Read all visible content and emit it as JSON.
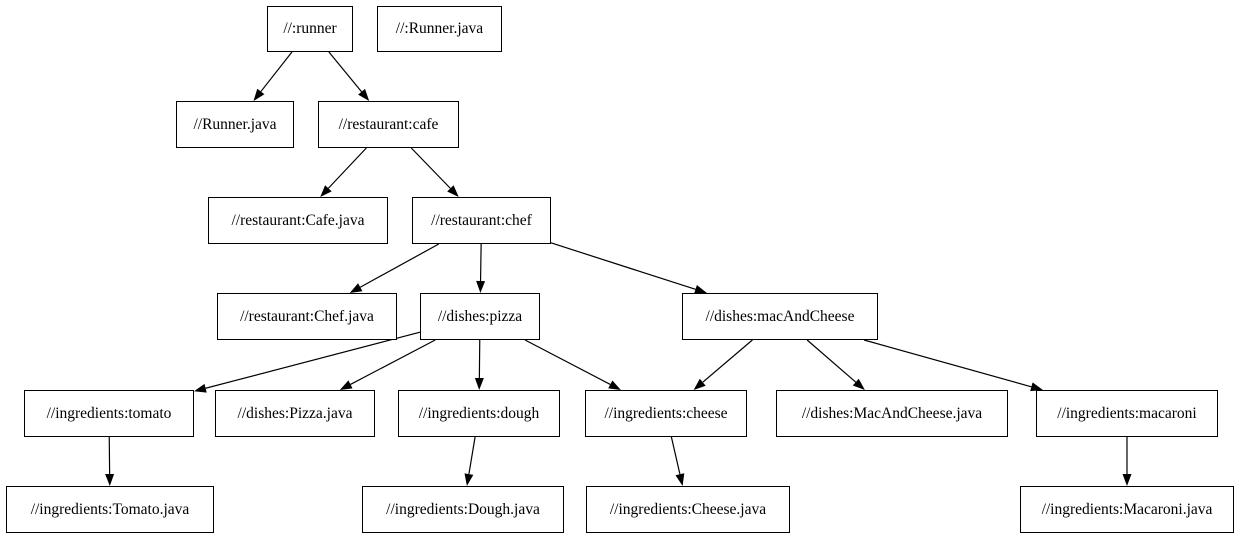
{
  "page": {
    "background_color": "#ffffff",
    "description": "Bazel build dependency graph rendered as a box-and-arrow diagram"
  },
  "graph": {
    "type": "directed-dependency-graph",
    "stroke_color": "#000000",
    "node_fill_color": "#ffffff",
    "text_color": "#000000",
    "nodes": [
      {
        "id": "runner",
        "label": "//:runner"
      },
      {
        "id": "runner-java-top",
        "label": "//:Runner.java"
      },
      {
        "id": "runner-java",
        "label": "//Runner.java"
      },
      {
        "id": "cafe",
        "label": "//restaurant:cafe"
      },
      {
        "id": "cafe-java",
        "label": "//restaurant:Cafe.java"
      },
      {
        "id": "chef",
        "label": "//restaurant:chef"
      },
      {
        "id": "chef-java",
        "label": "//restaurant:Chef.java"
      },
      {
        "id": "pizza",
        "label": "//dishes:pizza"
      },
      {
        "id": "mac-and-cheese",
        "label": "//dishes:macAndCheese"
      },
      {
        "id": "tomato",
        "label": "//ingredients:tomato"
      },
      {
        "id": "pizza-java",
        "label": "//dishes:Pizza.java"
      },
      {
        "id": "dough",
        "label": "//ingredients:dough"
      },
      {
        "id": "cheese",
        "label": "//ingredients:cheese"
      },
      {
        "id": "mac-and-cheese-java",
        "label": "//dishes:MacAndCheese.java"
      },
      {
        "id": "macaroni",
        "label": "//ingredients:macaroni"
      },
      {
        "id": "tomato-java",
        "label": "//ingredients:Tomato.java"
      },
      {
        "id": "dough-java",
        "label": "//ingredients:Dough.java"
      },
      {
        "id": "cheese-java",
        "label": "//ingredients:Cheese.java"
      },
      {
        "id": "macaroni-java",
        "label": "//ingredients:Macaroni.java"
      }
    ],
    "edges": [
      {
        "from": "runner",
        "to": "runner-java"
      },
      {
        "from": "runner",
        "to": "cafe"
      },
      {
        "from": "cafe",
        "to": "cafe-java"
      },
      {
        "from": "cafe",
        "to": "chef"
      },
      {
        "from": "chef",
        "to": "chef-java"
      },
      {
        "from": "chef",
        "to": "pizza"
      },
      {
        "from": "chef",
        "to": "mac-and-cheese"
      },
      {
        "from": "pizza",
        "to": "tomato"
      },
      {
        "from": "pizza",
        "to": "pizza-java"
      },
      {
        "from": "pizza",
        "to": "dough"
      },
      {
        "from": "pizza",
        "to": "cheese"
      },
      {
        "from": "mac-and-cheese",
        "to": "cheese"
      },
      {
        "from": "mac-and-cheese",
        "to": "mac-and-cheese-java"
      },
      {
        "from": "mac-and-cheese",
        "to": "macaroni"
      },
      {
        "from": "tomato",
        "to": "tomato-java"
      },
      {
        "from": "dough",
        "to": "dough-java"
      },
      {
        "from": "cheese",
        "to": "cheese-java"
      },
      {
        "from": "macaroni",
        "to": "macaroni-java"
      }
    ]
  }
}
